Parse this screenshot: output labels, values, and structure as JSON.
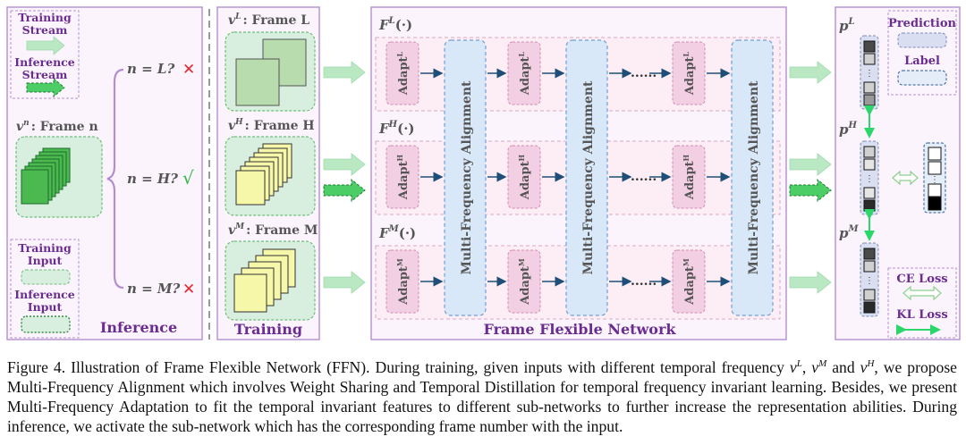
{
  "legend_left": {
    "training_stream": [
      "Training",
      "Stream"
    ],
    "inference_stream": [
      "Inference",
      "Stream"
    ],
    "training_input": [
      "Training",
      "Input"
    ],
    "inference_input": [
      "Inference",
      "Input"
    ]
  },
  "inference": {
    "frame_label": "v",
    "frame_sup": "n",
    "frame_text": ": Frame n",
    "branches": [
      {
        "text": "n = L?",
        "mark": "✕"
      },
      {
        "text": "n = H?",
        "mark": "√"
      },
      {
        "text": "n = M?",
        "mark": "✕"
      }
    ],
    "title": "Inference"
  },
  "training": {
    "frames": [
      {
        "v": "v",
        "sup": "L",
        "text": ": Frame L"
      },
      {
        "v": "v",
        "sup": "H",
        "text": ": Frame H"
      },
      {
        "v": "v",
        "sup": "M",
        "text": ": Frame M"
      }
    ],
    "title": "Training"
  },
  "network": {
    "rows": [
      {
        "F": "F",
        "sup": "L",
        "paren": "(·)",
        "adapt": "Adapt",
        "adapt_sup": "L"
      },
      {
        "F": "F",
        "sup": "H",
        "paren": "(·)",
        "adapt": "Adapt",
        "adapt_sup": "H"
      },
      {
        "F": "F",
        "sup": "M",
        "paren": "(·)",
        "adapt": "Adapt",
        "adapt_sup": "M"
      }
    ],
    "mfa_label": "Multi-Frequency Alignment",
    "dots": "......",
    "title": "Frame Flexible Network"
  },
  "outputs": {
    "p": "p",
    "sups": [
      "L",
      "H",
      "M"
    ],
    "legend": {
      "prediction": "Prediction",
      "label": "Label",
      "ce_loss": "CE Loss",
      "kl_loss": "KL Loss"
    }
  },
  "caption": "Figure 4.  Illustration of Frame Flexible Network (FFN). During training, given inputs with different temporal frequency v^L, v^M and v^H, we propose Multi-Frequency Alignment which involves Weight Sharing and Temporal Distillation for temporal frequency invariant learning. Besides, we present Multi-Frequency Adaptation to fit the temporal invariant features to different sub-networks to further increase the representation abilities. During inference, we activate the sub-network which has the corresponding frame number with the input.",
  "colors": {
    "panel_border": "#b48fcf",
    "title_purple": "#6b2c91",
    "frame_green": "#4cb950",
    "frame_yellow": "#f6f7a8",
    "adapt_pink": "#f3cfe3",
    "mfa_blue": "#d9e8f8",
    "arrow_green": "#a6e2b4",
    "bright_green": "#2bd66a",
    "cross_red": "#e8242c",
    "check_green": "#2fb84a",
    "dark_blue": "#1f4e79"
  }
}
